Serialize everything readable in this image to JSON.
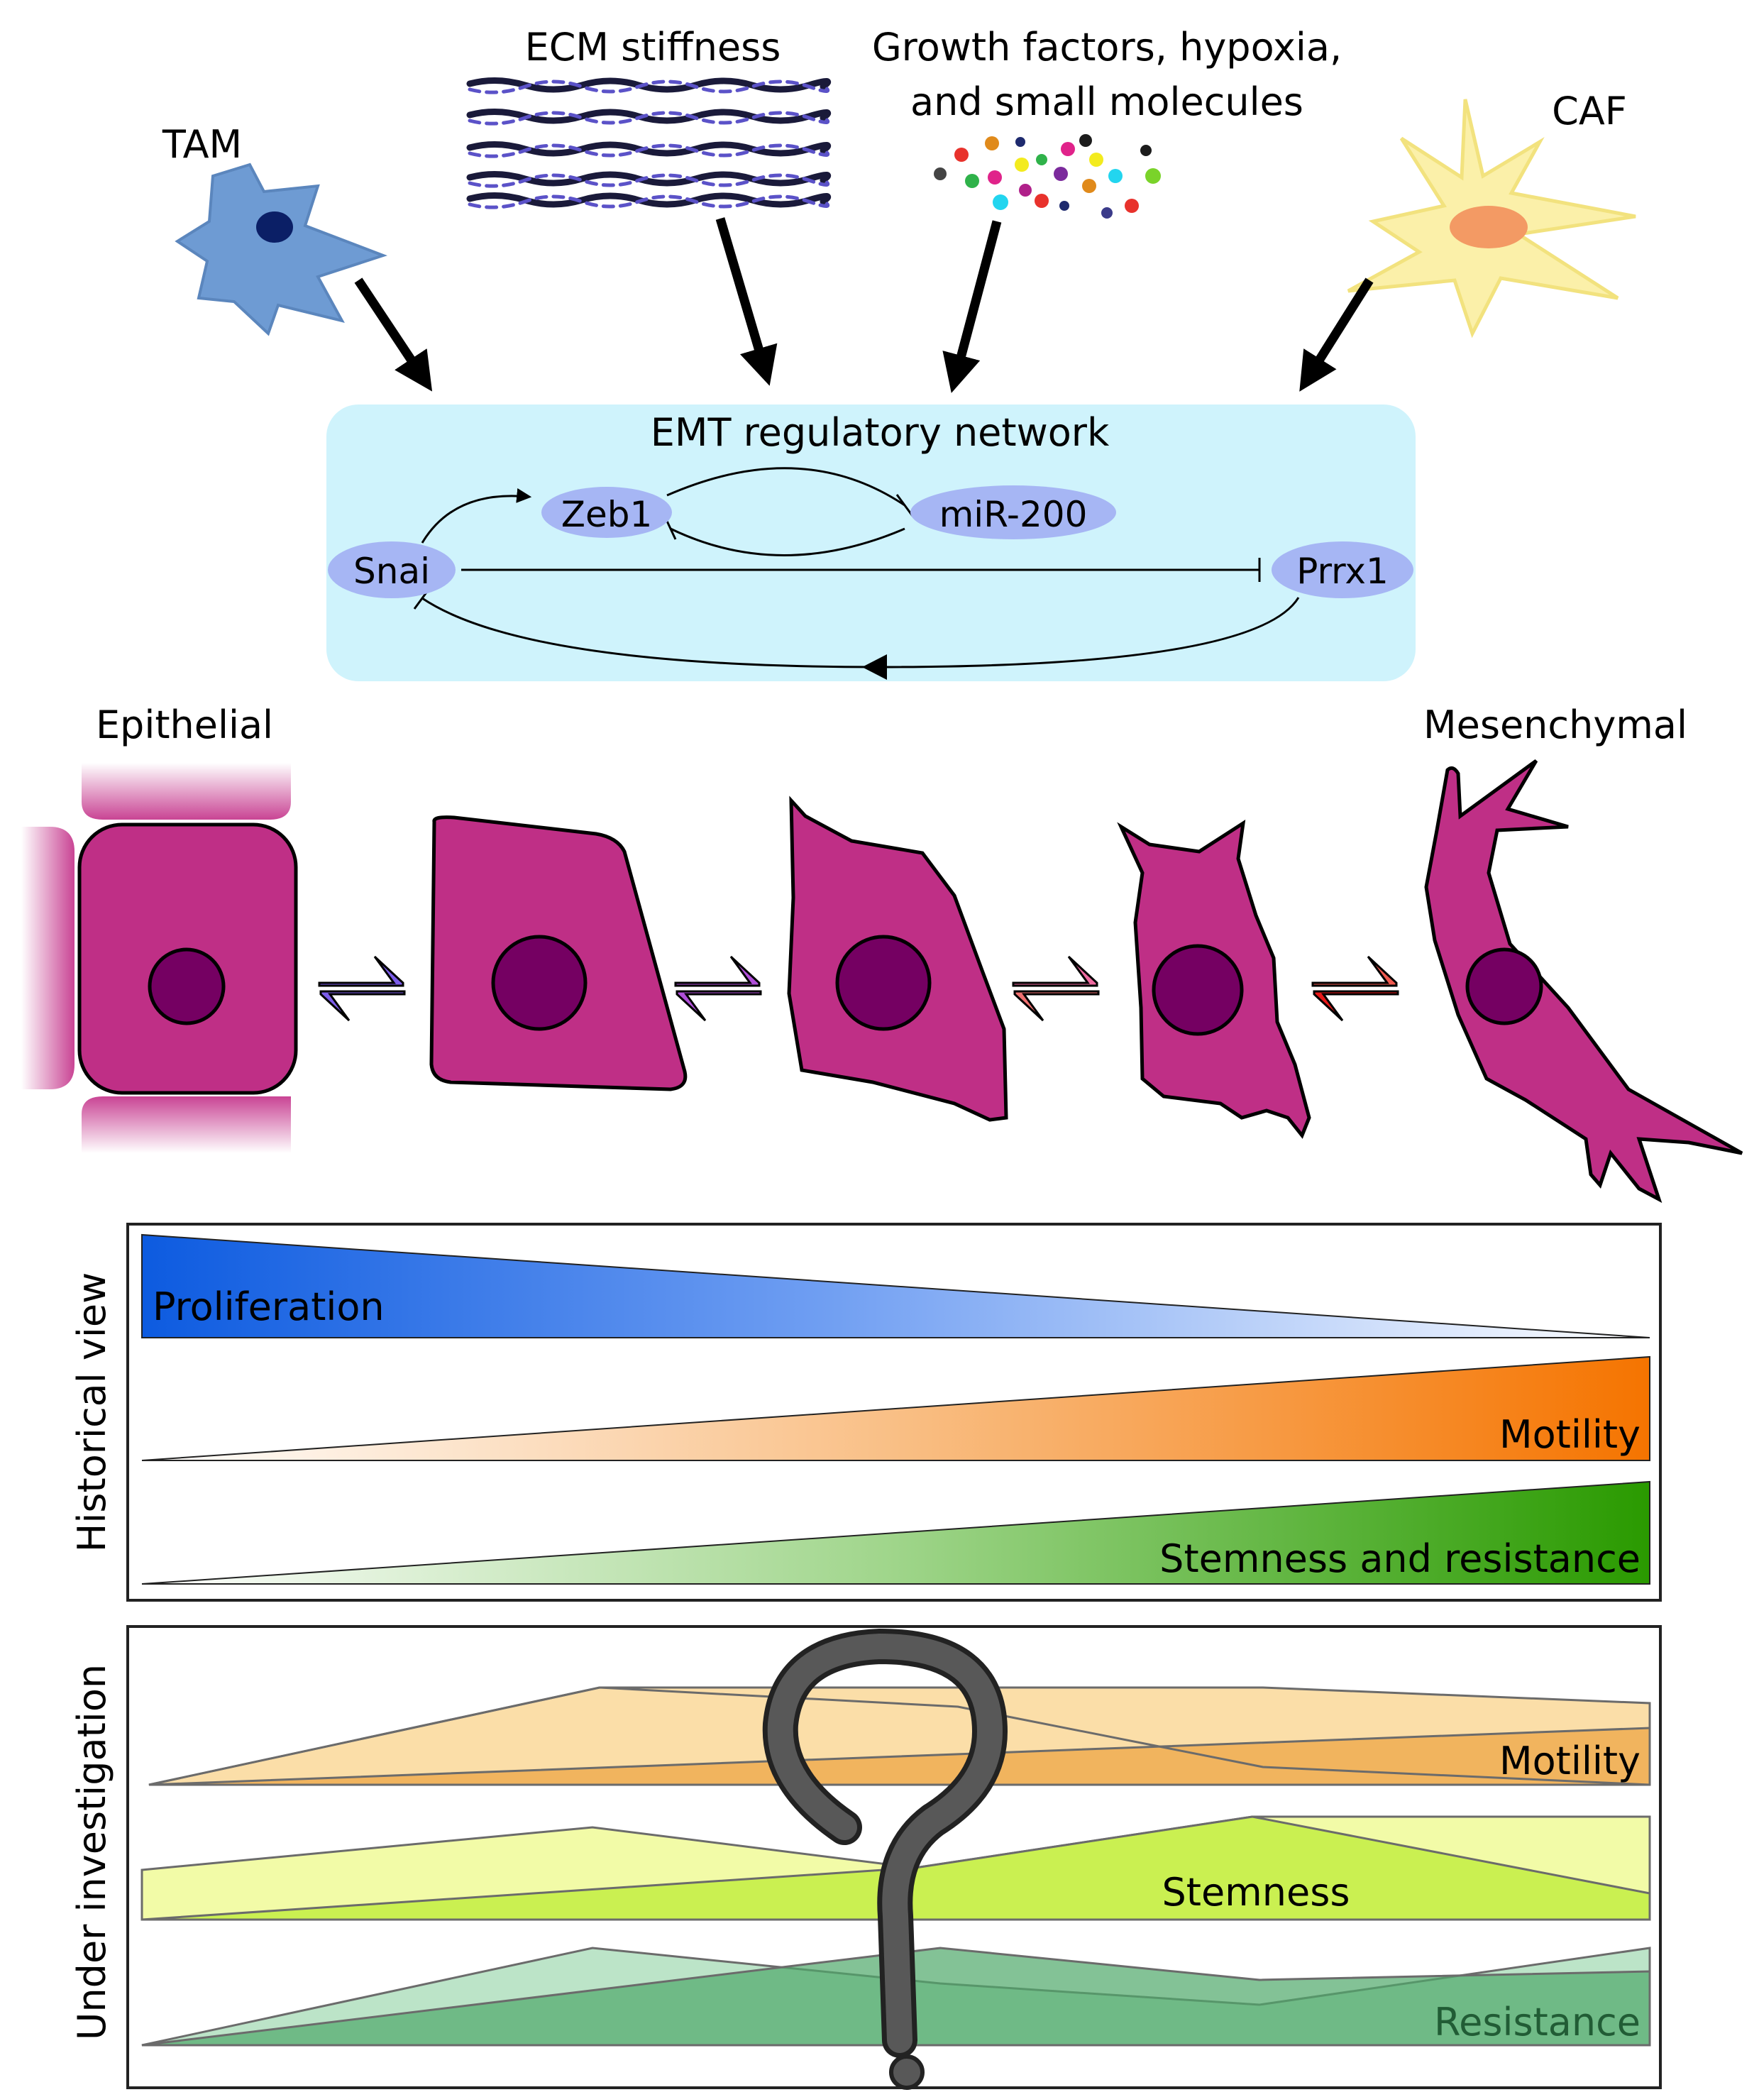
{
  "influences": {
    "tam": "TAM",
    "ecm": "ECM stiffness",
    "growth_line1": "Growth factors, hypoxia,",
    "growth_line2": "and small molecules",
    "caf": "CAF"
  },
  "network": {
    "title": "EMT regulatory network",
    "nodes": {
      "zeb1": "Zeb1",
      "mir200": "miR-200",
      "snai": "Snai",
      "prrx1": "Prrx1"
    }
  },
  "states": {
    "epithelial": "Epithelial",
    "mesenchymal": "Mesenchymal"
  },
  "historical": {
    "side_label": "Historical view",
    "proliferation": "Proliferation",
    "motility": "Motility",
    "stemness_resistance": "Stemness and resistance"
  },
  "investigation": {
    "side_label": "Under investigation",
    "motility": "Motility",
    "stemness": "Stemness",
    "resistance": "Resistance"
  },
  "colors": {
    "cell": "#bf2f86",
    "nucleus": "#750062",
    "network_bg": "#cff3fc",
    "node": "#a6b6f4",
    "tam": "#6e9bd3",
    "caf": "#fbf0a9",
    "proliferation": "#0d5be0",
    "motility": "#f57400",
    "stemness_resistance": "#2a9a00",
    "inv_motility": "#f4ad4a",
    "inv_stemness": "#c9f24a",
    "inv_resistance": "#4ea86a"
  }
}
